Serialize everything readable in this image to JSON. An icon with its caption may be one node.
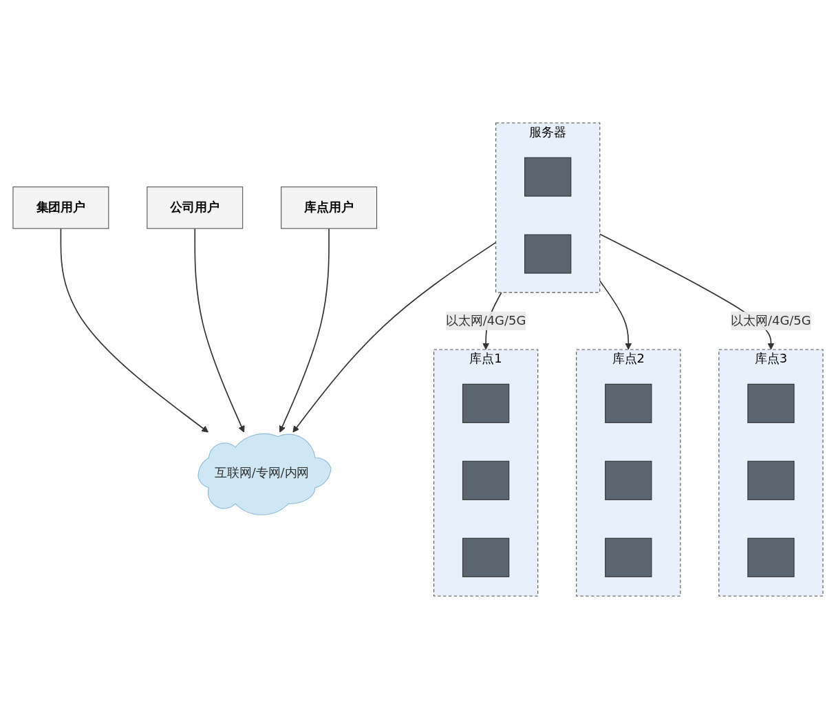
{
  "diagram": {
    "nodes": [
      {
        "text": [
          "集团用户"
        ]
      },
      {
        "text": [
          "公司用户"
        ]
      },
      {
        "text": [
          "库点用户"
        ]
      },
      {
        "text": [
          "互联网/专网/内网"
        ]
      },
      {
        "text": [
          "服务器"
        ]
      },
      {
        "text": [],
        "shape": "box",
        "in": 4
      },
      {
        "text": [],
        "shape": "box",
        "in": 4
      },
      {
        "text": [
          "库点1"
        ]
      },
      {
        "text": [],
        "shape": "box",
        "in": 7
      },
      {
        "text": [],
        "shape": "box",
        "in": 7
      },
      {
        "text": [],
        "shape": "box",
        "in": 7
      },
      {
        "text": [
          "库点2"
        ]
      },
      {
        "text": [],
        "shape": "box",
        "in": 11
      },
      {
        "text": [],
        "shape": "box",
        "in": 11
      },
      {
        "text": [],
        "shape": "box",
        "in": 11
      },
      {
        "text": [
          "库点3"
        ]
      },
      {
        "text": [],
        "shape": "box",
        "in": 15
      },
      {
        "text": [],
        "shape": "box",
        "in": 15
      },
      {
        "text": [],
        "shape": "box",
        "in": 15
      }
    ],
    "edges": [
      {
        "from": 0,
        "to": 3,
        "arrow": "to"
      },
      {
        "from": 1,
        "to": 3,
        "arrow": "to"
      },
      {
        "from": 2,
        "to": 3,
        "arrow": "to"
      },
      {
        "from": 4,
        "to": 3,
        "arrow": "to"
      },
      {
        "from": 4,
        "to": 7,
        "arrow": "to",
        "label": "以太网/4G/5G"
      },
      {
        "from": 4,
        "to": 11,
        "arrow": "to"
      },
      {
        "from": 4,
        "to": 15,
        "arrow": "to",
        "label": "以太网/4G/5G"
      }
    ]
  }
}
